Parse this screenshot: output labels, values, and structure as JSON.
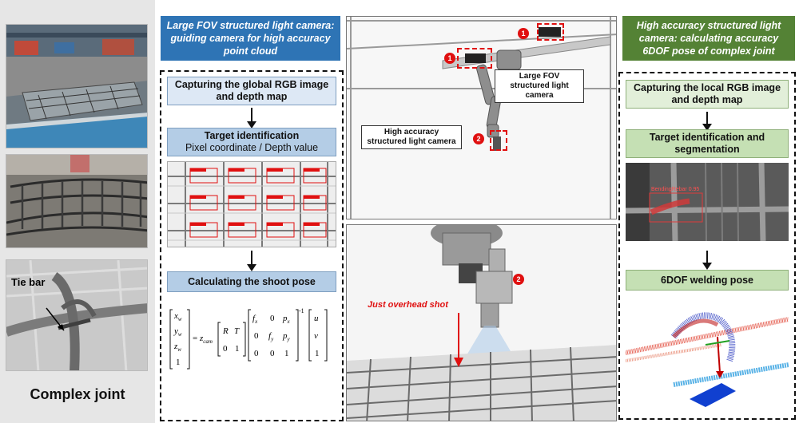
{
  "left_column": {
    "tie_bar_label": "Tie bar",
    "title": "Complex joint"
  },
  "left_header": "Large FOV structured light camera: guiding camera for high accuracy point cloud",
  "right_header": "High accuracy structured light camera: calculating accuracy 6DOF pose of complex joint",
  "left_steps": {
    "step1": "Capturing the global RGB image and depth map",
    "step2_title": "Target identification",
    "step2_sub": "Pixel coordinate / Depth value",
    "step3": "Calculating the shoot pose"
  },
  "right_steps": {
    "step1": "Capturing the local RGB image and depth map",
    "step2": "Target identification and segmentation",
    "step3": "6DOF welding pose"
  },
  "detection_label": "BendingRebar 0.95",
  "center_top": {
    "callout_fov": "Large FOV structured light camera",
    "callout_ha": "High accuracy structured light camera",
    "num1": "1",
    "num2": "2"
  },
  "center_bottom": {
    "overhead_label": "Just overhead shot",
    "num2": "2"
  },
  "formula": {
    "lhs": [
      "x_w",
      "y_w",
      "z_w",
      "1"
    ],
    "scale": "z_cam",
    "extrinsic": [
      [
        "R",
        "T"
      ],
      [
        "0",
        "1"
      ]
    ],
    "intrinsic": [
      [
        "f_x",
        "0",
        "p_x"
      ],
      [
        "0",
        "f_y",
        "p_y"
      ],
      [
        "0",
        "0",
        "1"
      ]
    ],
    "rhs": [
      "u",
      "v",
      "1"
    ],
    "inverse": "-1"
  },
  "colors": {
    "blue_header": "#2e74b5",
    "green_header": "#548235",
    "red_marker": "#e01010"
  }
}
